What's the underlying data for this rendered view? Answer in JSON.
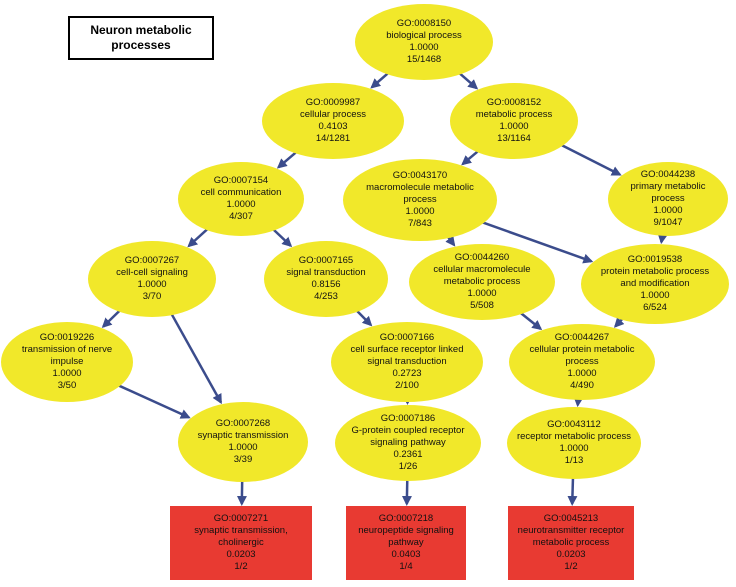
{
  "title": "Neuron metabolic\nprocesses",
  "colors": {
    "ellipse": "#f1e82a",
    "box": "#e83a32",
    "arrow": "#3b4c8c"
  },
  "nodes": [
    {
      "key": "n8150",
      "shape": "ellipse",
      "go": "GO:0008150",
      "name": "biological process",
      "score": "1.0000",
      "count": "15/1468"
    },
    {
      "key": "n9987",
      "shape": "ellipse",
      "go": "GO:0009987",
      "name": "cellular process",
      "score": "0.4103",
      "count": "14/1281"
    },
    {
      "key": "n8152",
      "shape": "ellipse",
      "go": "GO:0008152",
      "name": "metabolic process",
      "score": "1.0000",
      "count": "13/1164"
    },
    {
      "key": "n7154",
      "shape": "ellipse",
      "go": "GO:0007154",
      "name": "cell communication",
      "score": "1.0000",
      "count": "4/307"
    },
    {
      "key": "n43170",
      "shape": "ellipse",
      "go": "GO:0043170",
      "name": "macromolecule metabolic\nprocess",
      "score": "1.0000",
      "count": "7/843"
    },
    {
      "key": "n44238",
      "shape": "ellipse",
      "go": "GO:0044238",
      "name": "primary metabolic process",
      "score": "1.0000",
      "count": "9/1047"
    },
    {
      "key": "n7267",
      "shape": "ellipse",
      "go": "GO:0007267",
      "name": "cell-cell signaling",
      "score": "1.0000",
      "count": "3/70"
    },
    {
      "key": "n7165",
      "shape": "ellipse",
      "go": "GO:0007165",
      "name": "signal transduction",
      "score": "0.8156",
      "count": "4/253"
    },
    {
      "key": "n44260",
      "shape": "ellipse",
      "go": "GO:0044260",
      "name": "cellular macromolecule\nmetabolic process",
      "score": "1.0000",
      "count": "5/508"
    },
    {
      "key": "n19538",
      "shape": "ellipse",
      "go": "GO:0019538",
      "name": "protein metabolic process\nand modification",
      "score": "1.0000",
      "count": "6/524"
    },
    {
      "key": "n19226",
      "shape": "ellipse",
      "go": "GO:0019226",
      "name": "transmission of nerve impulse",
      "score": "1.0000",
      "count": "3/50"
    },
    {
      "key": "n7166",
      "shape": "ellipse",
      "go": "GO:0007166",
      "name": "cell surface receptor linked\nsignal transduction",
      "score": "0.2723",
      "count": "2/100"
    },
    {
      "key": "n44267",
      "shape": "ellipse",
      "go": "GO:0044267",
      "name": "cellular protein metabolic\nprocess",
      "score": "1.0000",
      "count": "4/490"
    },
    {
      "key": "n7268",
      "shape": "ellipse",
      "go": "GO:0007268",
      "name": "synaptic transmission",
      "score": "1.0000",
      "count": "3/39"
    },
    {
      "key": "n7186",
      "shape": "ellipse",
      "go": "GO:0007186",
      "name": "G-protein coupled receptor\nsignaling pathway",
      "score": "0.2361",
      "count": "1/26"
    },
    {
      "key": "n43112",
      "shape": "ellipse",
      "go": "GO:0043112",
      "name": "receptor metabolic process",
      "score": "1.0000",
      "count": "1/13"
    },
    {
      "key": "n7271",
      "shape": "box",
      "go": "GO:0007271",
      "name": "synaptic transmission,\ncholinergic",
      "score": "0.0203",
      "count": "1/2"
    },
    {
      "key": "n7218",
      "shape": "box",
      "go": "GO:0007218",
      "name": "neuropeptide signaling\npathway",
      "score": "0.0403",
      "count": "1/4"
    },
    {
      "key": "n45213",
      "shape": "box",
      "go": "GO:0045213",
      "name": "neurotransmitter receptor\nmetabolic process",
      "score": "0.0203",
      "count": "1/2"
    }
  ],
  "edges": [
    {
      "from": "n8150",
      "to": "n9987"
    },
    {
      "from": "n8150",
      "to": "n8152"
    },
    {
      "from": "n9987",
      "to": "n7154"
    },
    {
      "from": "n8152",
      "to": "n43170"
    },
    {
      "from": "n8152",
      "to": "n44238"
    },
    {
      "from": "n7154",
      "to": "n7267"
    },
    {
      "from": "n7154",
      "to": "n7165"
    },
    {
      "from": "n43170",
      "to": "n44260"
    },
    {
      "from": "n43170",
      "to": "n19538"
    },
    {
      "from": "n44238",
      "to": "n19538"
    },
    {
      "from": "n7267",
      "to": "n19226"
    },
    {
      "from": "n7267",
      "to": "n7268"
    },
    {
      "from": "n19226",
      "to": "n7268"
    },
    {
      "from": "n7165",
      "to": "n7166"
    },
    {
      "from": "n44260",
      "to": "n44267"
    },
    {
      "from": "n19538",
      "to": "n44267"
    },
    {
      "from": "n7166",
      "to": "n7186"
    },
    {
      "from": "n44267",
      "to": "n43112"
    },
    {
      "from": "n7268",
      "to": "n7271"
    },
    {
      "from": "n7186",
      "to": "n7218"
    },
    {
      "from": "n43112",
      "to": "n45213"
    }
  ]
}
